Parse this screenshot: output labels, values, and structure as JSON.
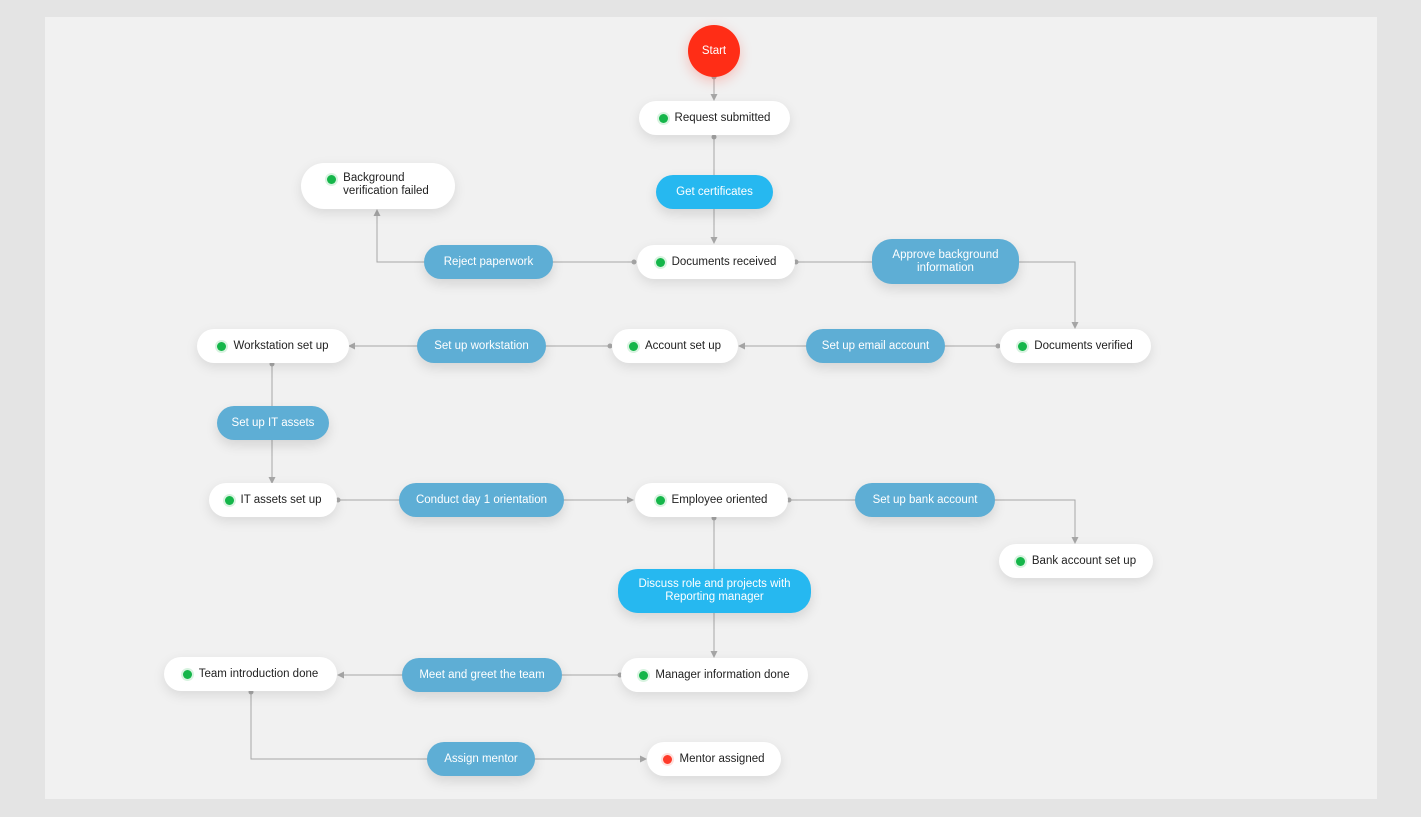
{
  "start": {
    "label": "Start"
  },
  "states": {
    "request_submitted": "Request submitted",
    "documents_received": "Documents received",
    "background_failed": "Background\nverification failed",
    "documents_verified": "Documents verified",
    "account_set_up": "Account set up",
    "workstation_set_up": "Workstation set up",
    "it_assets_set_up": "IT assets set up",
    "employee_oriented": "Employee oriented",
    "bank_account_set_up": "Bank account set up",
    "manager_information_done": "Manager information done",
    "team_introduction_done": "Team introduction done",
    "mentor_assigned": "Mentor assigned"
  },
  "transitions": {
    "get_certificates": "Get certificates",
    "reject_paperwork": "Reject paperwork",
    "approve_background": "Approve background\ninformation",
    "set_up_email_account": "Set up email account",
    "set_up_workstation": "Set up workstation",
    "set_up_it_assets": "Set up IT assets",
    "conduct_orientation": "Conduct day 1 orientation",
    "set_up_bank_account": "Set up bank account",
    "discuss_role": "Discuss role and projects with\nReporting manager",
    "meet_and_greet": "Meet and greet the team",
    "assign_mentor": "Assign mentor"
  },
  "colors": {
    "page_background": "#e4e4e4",
    "canvas_background": "#f1f1f1",
    "start": "#ff2d16",
    "transition": "#5eaed5",
    "transition_highlight": "#26b8f0",
    "status_done": "#15b64a",
    "status_final": "#ff3a2a",
    "connector": "#a6a6a6"
  }
}
